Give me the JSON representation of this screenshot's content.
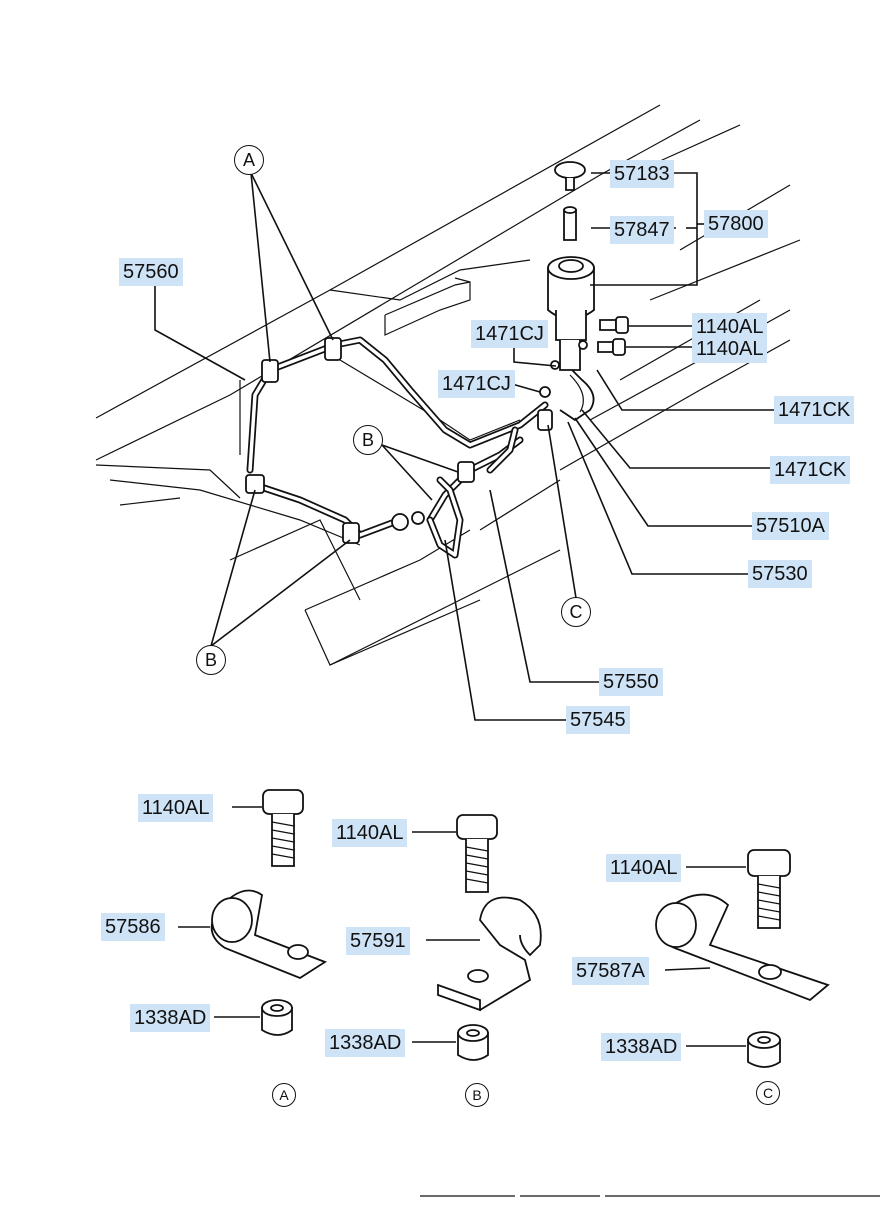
{
  "labels": {
    "p57560": "57560",
    "p57183": "57183",
    "p57847": "57847",
    "p57800": "57800",
    "p1140AL_1": "1140AL",
    "p1140AL_2": "1140AL",
    "p1471CJ_1": "1471CJ",
    "p1471CJ_2": "1471CJ",
    "p1471CK_1": "1471CK",
    "p1471CK_2": "1471CK",
    "p57510A": "57510A",
    "p57530": "57530",
    "p57550": "57550",
    "p57545": "57545",
    "clampA_bolt": "1140AL",
    "clampA_part": "57586",
    "clampA_nut": "1338AD",
    "clampB_bolt": "1140AL",
    "clampB_part": "57591",
    "clampB_nut": "1338AD",
    "clampC_bolt": "1140AL",
    "clampC_part": "57587A",
    "clampC_nut": "1338AD"
  },
  "callouts": {
    "A_top": "A",
    "B_mid": "B",
    "B_bottom": "B",
    "C_mid": "C",
    "A_detail": "A",
    "B_detail": "B",
    "C_detail": "C"
  },
  "icons": [
    "bolt-icon",
    "clamp-icon",
    "nut-icon",
    "reservoir-icon",
    "pipe-icon"
  ]
}
